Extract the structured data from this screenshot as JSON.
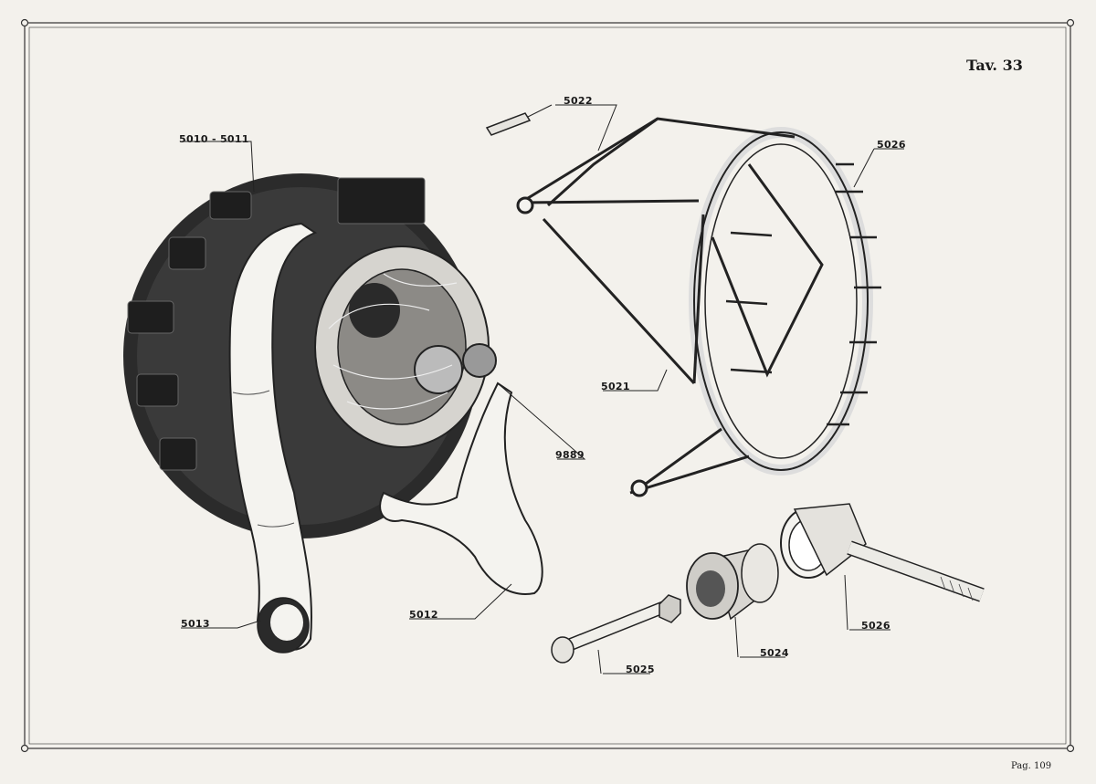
{
  "plate": {
    "title": "Tav. 33",
    "page": "Pag. 109"
  },
  "callouts": [
    {
      "id": "engine",
      "label": "5010 - 5011"
    },
    {
      "id": "pin-top",
      "label": "5022"
    },
    {
      "id": "bolt-ring-top",
      "label": "5026"
    },
    {
      "id": "frame",
      "label": "5021"
    },
    {
      "id": "magneto",
      "label": "9889"
    },
    {
      "id": "exhaust-right",
      "label": "5012"
    },
    {
      "id": "exhaust-left",
      "label": "5013"
    },
    {
      "id": "bushing",
      "label": "5024"
    },
    {
      "id": "bolt",
      "label": "5025"
    },
    {
      "id": "mount-arm",
      "label": "5026"
    }
  ],
  "colors": {
    "paper": "#f3f1ec",
    "ink": "#1a1a1a",
    "border": "#333333"
  }
}
